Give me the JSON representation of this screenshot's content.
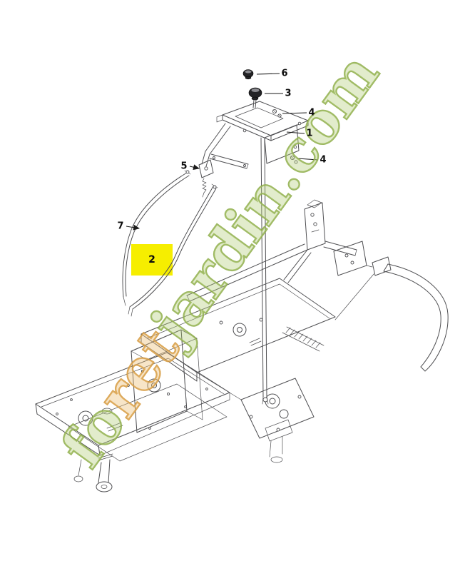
{
  "watermark": {
    "full_text": "foretjardin.com",
    "segment_green_1": "fo",
    "segment_orange": "ret",
    "segment_green_2": "jardin.com",
    "color_green": "#8cac46",
    "color_orange": "#d4963a"
  },
  "highlight": {
    "color": "#f6ee00"
  },
  "callouts": [
    {
      "label": "6"
    },
    {
      "label": "3"
    },
    {
      "label": "4"
    },
    {
      "label": "1"
    },
    {
      "label": "4"
    },
    {
      "label": "5"
    },
    {
      "label": "7"
    },
    {
      "label": "2"
    }
  ]
}
